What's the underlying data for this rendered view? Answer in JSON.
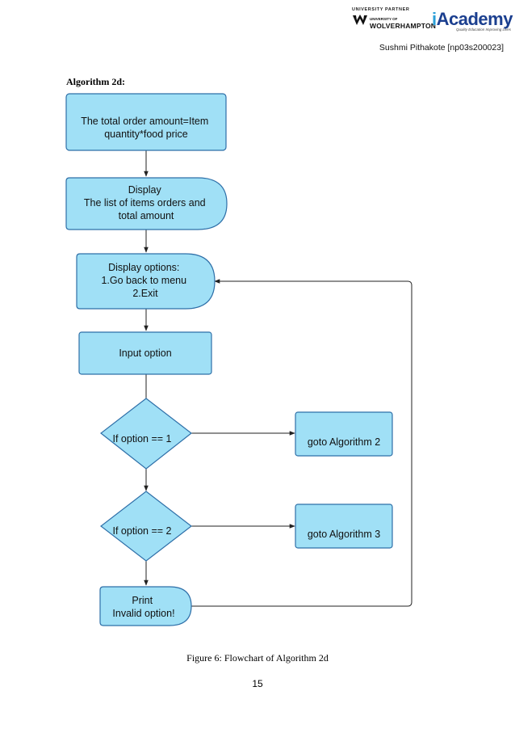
{
  "header": {
    "partner_label": "UNIVERSITY PARTNER",
    "university_small": "UNIVERSITY OF",
    "university_name": "WOLVERHAMPTON",
    "academy_logo_i": "i",
    "academy_logo_rest": "Academy",
    "academy_tagline": "Quality Education Improving Lives",
    "author": "Sushmi Pithakote [np03s200023]"
  },
  "section_title": "Algorithm 2d:",
  "flowchart": {
    "nodes": {
      "total": [
        "The total order amount=Item",
        "quantity*food price"
      ],
      "display_list": [
        "Display",
        "The list of items orders and",
        "total amount"
      ],
      "display_options": [
        "Display options:",
        "1.Go back to menu",
        "2.Exit"
      ],
      "input": [
        "Input option"
      ],
      "if1": [
        "If option == 1"
      ],
      "goto2": [
        "goto Algorithm 2"
      ],
      "if2": [
        "If option == 2"
      ],
      "goto3": [
        "goto Algorithm 3"
      ],
      "print": [
        "Print",
        "Invalid option!"
      ]
    },
    "colors": {
      "fill": "#a0e0f6",
      "stroke": "#2e6fa8"
    }
  },
  "caption": "Figure 6: Flowchart of Algorithm 2d",
  "page_number": "15"
}
